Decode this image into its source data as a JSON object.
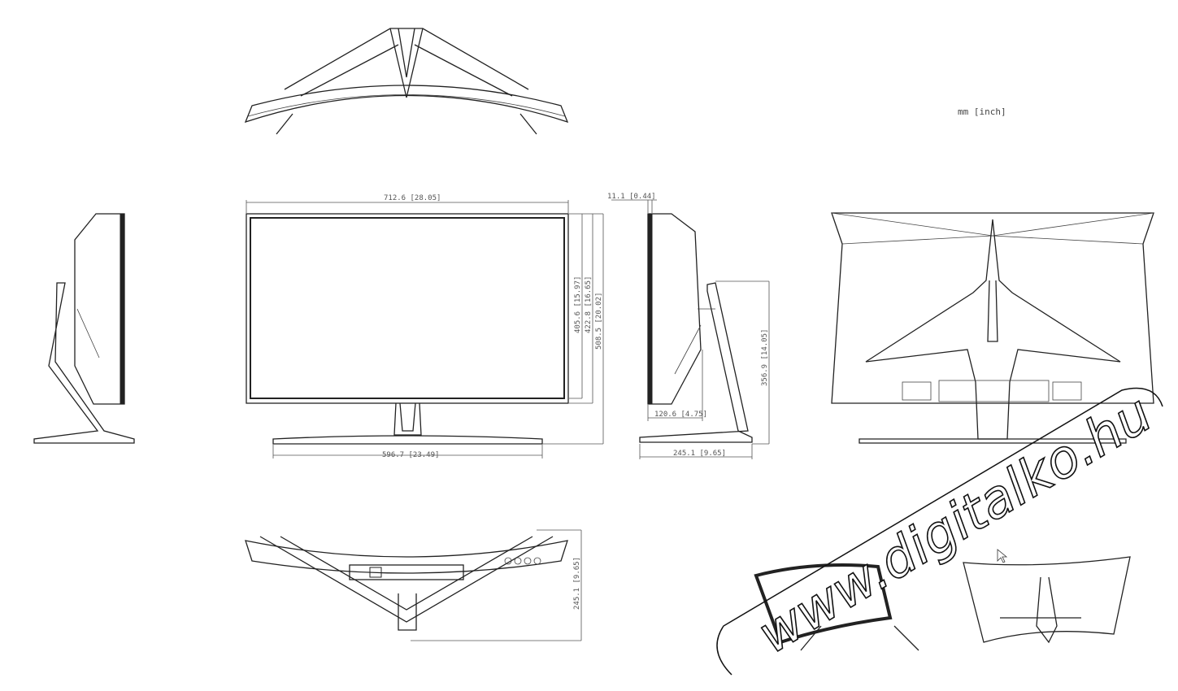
{
  "units_label": "mm [inch]",
  "dimensions": {
    "front_width": "712.6 [28.05]",
    "screen_height": "405.6 [15.97]",
    "panel_height": "422.8 [16.65]",
    "total_height": "508.5 [20.02]",
    "base_width": "596.7 [23.49]",
    "panel_thickness": "11.1 [0.44]",
    "body_depth": "120.6 [4.75]",
    "stand_height": "356.9 [14.05]",
    "side_base_depth": "245.1 [9.65]",
    "bottom_depth": "245.1 [9.65]"
  },
  "watermark": "www.digitalko.hu",
  "colors": {
    "line": "#222222",
    "dimension": "#555555",
    "background": "#ffffff"
  }
}
